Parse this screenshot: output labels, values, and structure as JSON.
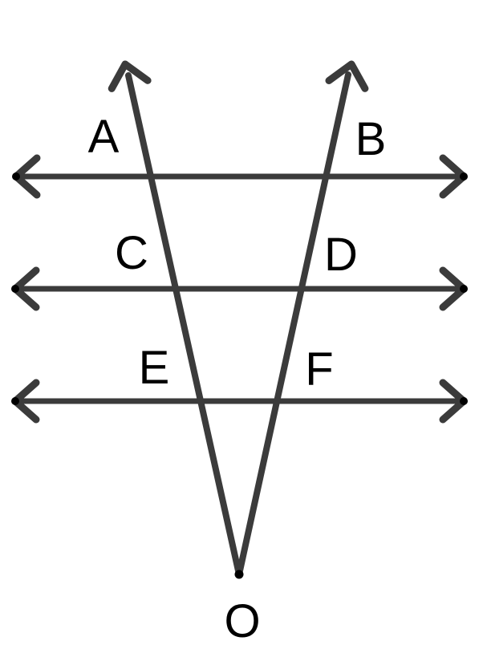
{
  "figure": {
    "background": "#FFFFFF",
    "line_color": "#3B3B3B",
    "dot_color": "#000000",
    "label_color": "#000000",
    "point_labels": {
      "A": "A",
      "B": "B",
      "C": "C",
      "D": "D",
      "E": "E",
      "F": "F",
      "O": "O"
    }
  }
}
